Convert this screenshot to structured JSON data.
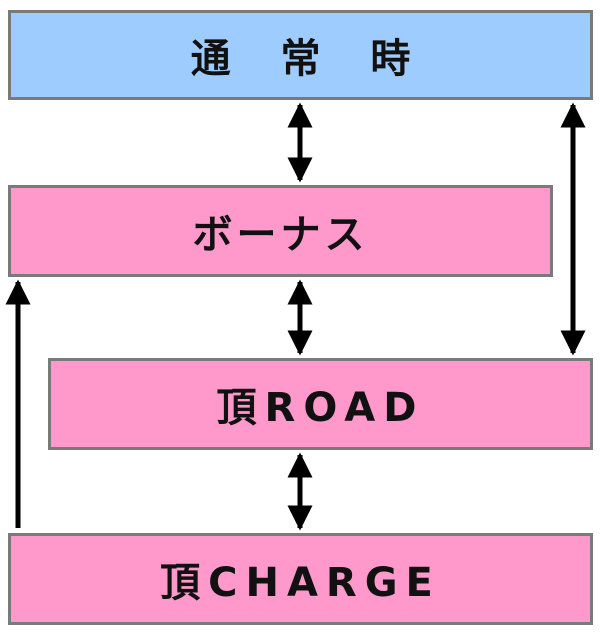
{
  "states": {
    "normal": {
      "label": "通 常 時",
      "color": "#9fccff"
    },
    "bonus": {
      "label": "ボーナス",
      "color": "#ff99cc"
    },
    "road": {
      "label": "頂ROAD",
      "color": "#ff99cc"
    },
    "charge": {
      "label": "頂CHARGE",
      "color": "#ff99cc"
    }
  },
  "transitions": [
    {
      "from": "normal",
      "to": "bonus",
      "direction": "both"
    },
    {
      "from": "bonus",
      "to": "road",
      "direction": "both"
    },
    {
      "from": "road",
      "to": "charge",
      "direction": "both"
    },
    {
      "from": "normal",
      "to": "road",
      "direction": "both"
    },
    {
      "from": "charge",
      "to": "bonus",
      "direction": "one-way"
    }
  ]
}
